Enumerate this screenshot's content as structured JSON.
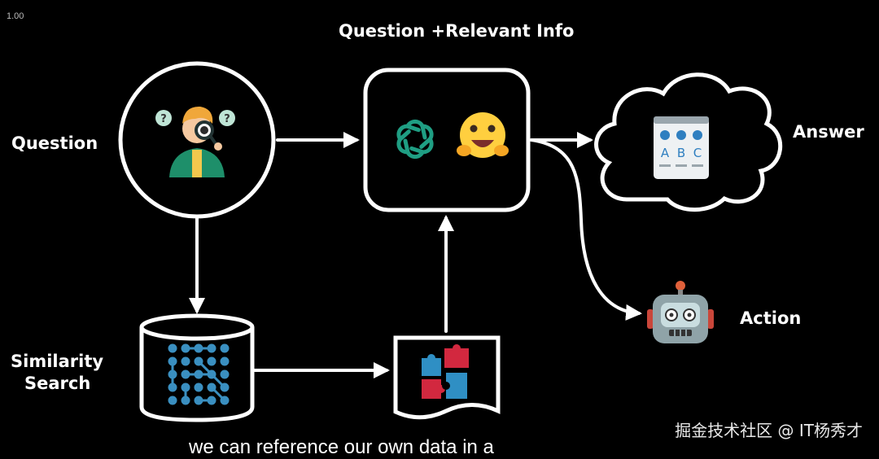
{
  "corner_text": "1.00",
  "nodes": {
    "top_label": "Question +Relevant Info",
    "question": "Question",
    "answer": "Answer",
    "action": "Action",
    "similarity_line1": "Similarity",
    "similarity_line2": "Search",
    "answer_card_letters": [
      "A",
      "B",
      "C"
    ]
  },
  "subtitle": "we can reference our own data in a",
  "watermark": "掘金技术社区 @ IT杨秀才",
  "icons": {
    "question": "person-magnifier-icon",
    "llm_openai": "openai-logo-icon",
    "llm_huggingface": "hugging-face-icon",
    "answer": "multiple-choice-card-icon",
    "action": "robot-icon",
    "database": "vector-dots-icon",
    "document": "puzzle-icon"
  },
  "colors": {
    "background": "#000000",
    "stroke": "#ffffff",
    "openai_green": "#1f9e83",
    "hf_yellow": "#ffcf3f",
    "puzzle_red": "#d2283f",
    "puzzle_blue": "#2f8fc4",
    "db_dots": "#3a8fc0"
  }
}
